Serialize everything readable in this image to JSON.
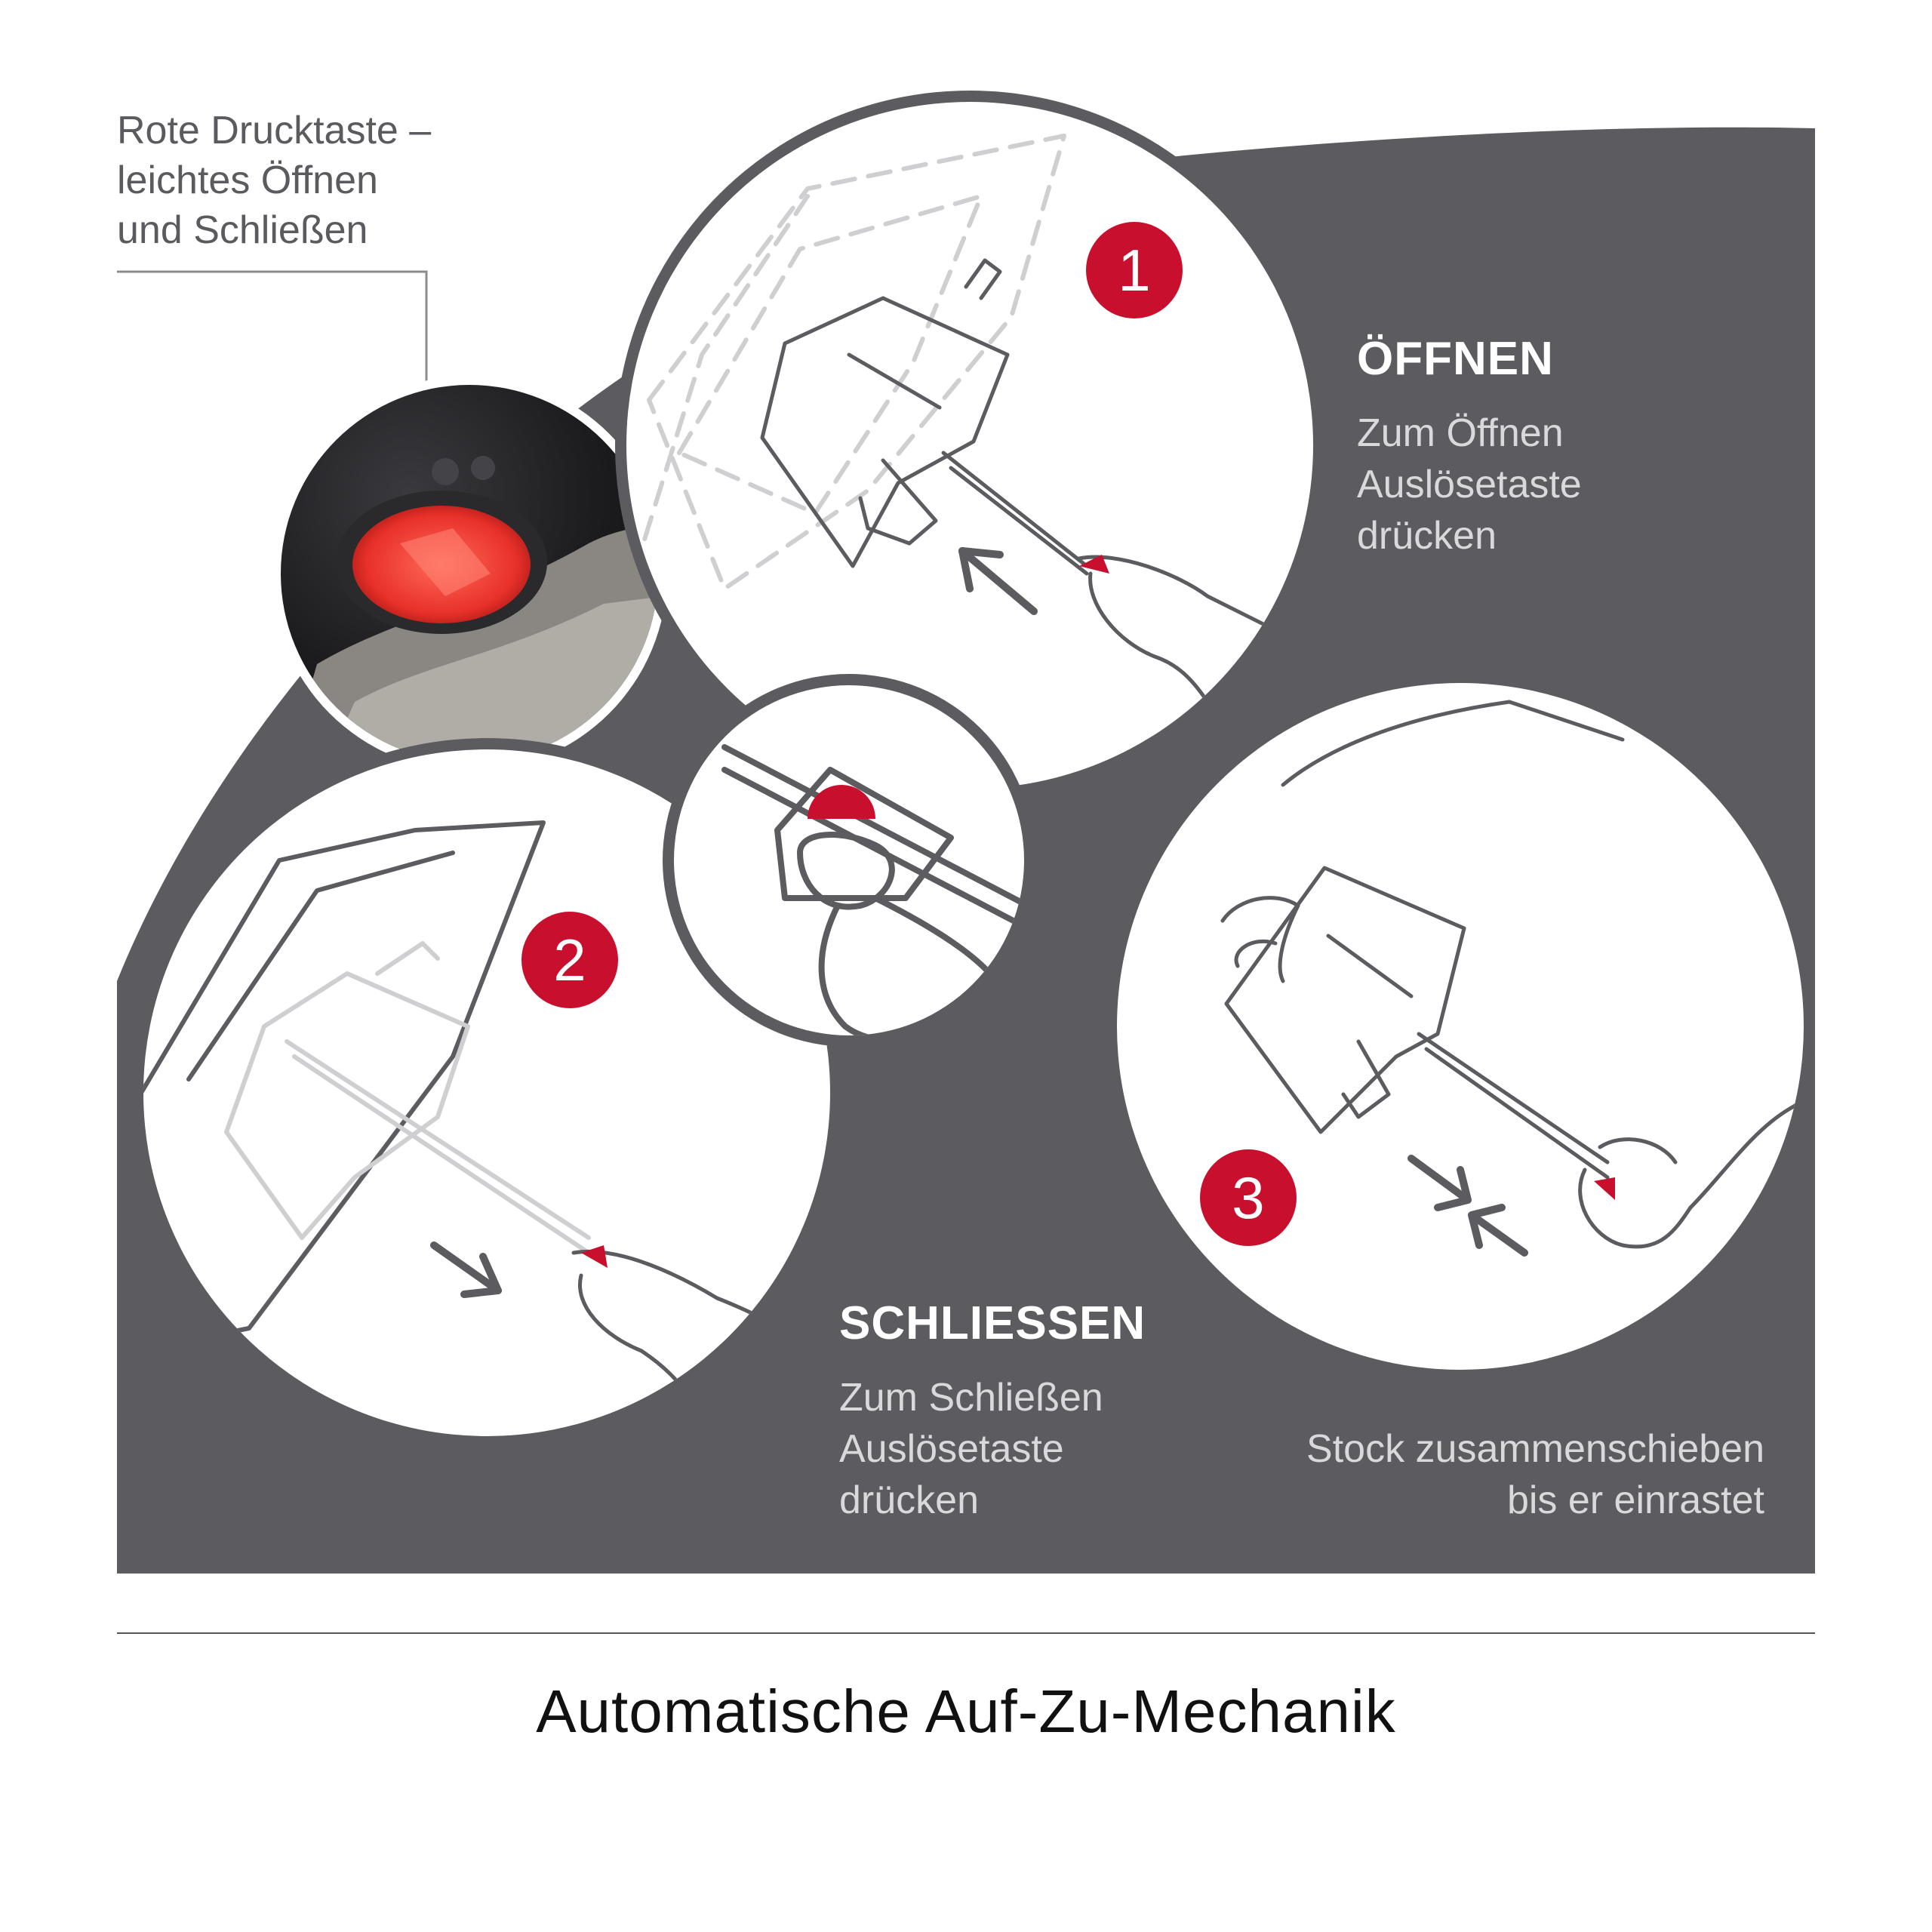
{
  "callout": {
    "lines": [
      "Rote Drucktaste –",
      "leichtes Öffnen",
      "und Schließen"
    ]
  },
  "steps": [
    {
      "number": "1",
      "title": "ÖFFNEN",
      "lines": [
        "Zum Öffnen",
        "Auslösetaste",
        "drücken"
      ]
    },
    {
      "number": "2",
      "title": "SCHLIESSEN",
      "lines": [
        "Zum Schließen",
        "Auslösetaste",
        "drücken"
      ]
    },
    {
      "number": "3",
      "lines": [
        "Stock zusammenschieben",
        "bis er einrastet"
      ]
    }
  ],
  "footer": {
    "title": "Automatische Auf-Zu-Mechanik"
  },
  "colors": {
    "panel": "#5b5b60",
    "accent": "#c8102e",
    "outline": "#5b5b60",
    "callout_text": "#5a5a5f"
  }
}
